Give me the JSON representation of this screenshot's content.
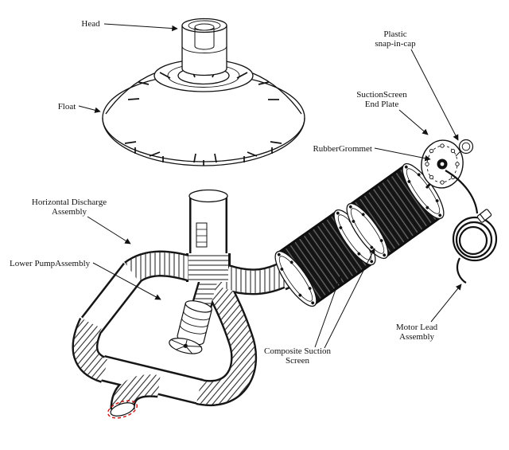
{
  "diagram": {
    "labels": {
      "head": "Head",
      "float": "Float",
      "plastic_snap_in_cap": [
        "Plastic",
        "snap-in-cap"
      ],
      "suction_screen_end_plate": [
        "SuctionScreen",
        "End Plate"
      ],
      "rubber_grommet": "RubberGrommet",
      "horizontal_discharge_assembly": [
        "Horizontal Discharge",
        "Assembly"
      ],
      "lower_pump_assembly": "Lower PumpAssembly",
      "composite_suction_screen": [
        "Composite Suction",
        "Screen"
      ],
      "motor_lead_assembly": [
        "Motor Lead",
        "Assembly"
      ]
    },
    "colors": {
      "line": "#111111",
      "highlight_red": "#cc1111",
      "screen_dark": "#141414"
    }
  }
}
